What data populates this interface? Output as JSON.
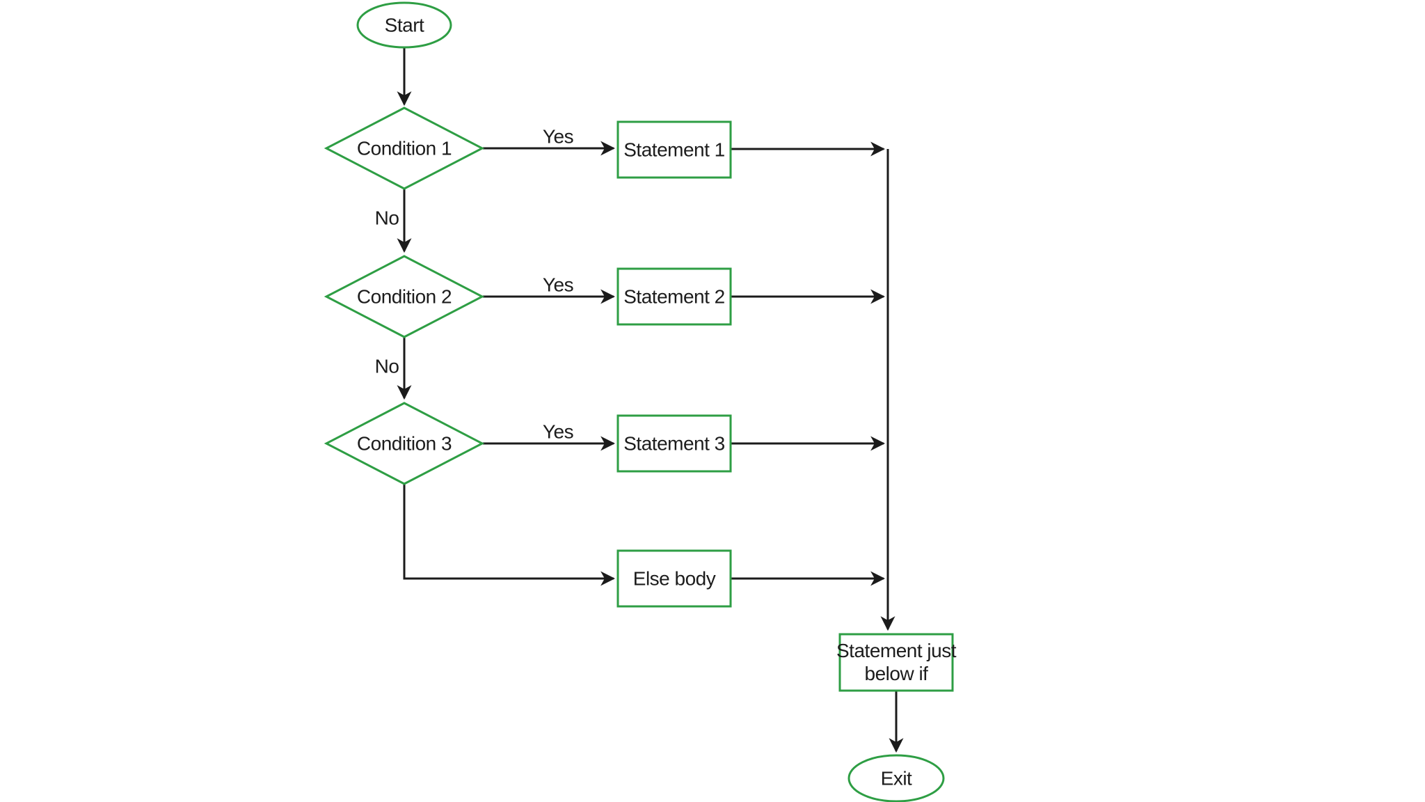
{
  "diagram": {
    "type": "flowchart",
    "colors": {
      "canvas-bg": "#ffffff",
      "shape-stroke": "#2e9e44",
      "edge-color": "#1b1b1b",
      "text-color": "#1c1c1c"
    },
    "nodes": {
      "start": {
        "label": "Start",
        "shape": "terminator"
      },
      "condition1": {
        "label": "Condition 1",
        "shape": "decision"
      },
      "statement1": {
        "label": "Statement 1",
        "shape": "process"
      },
      "condition2": {
        "label": "Condition 2",
        "shape": "decision"
      },
      "statement2": {
        "label": "Statement 2",
        "shape": "process"
      },
      "condition3": {
        "label": "Condition 3",
        "shape": "decision"
      },
      "statement3": {
        "label": "Statement 3",
        "shape": "process"
      },
      "else_body": {
        "label": "Else body",
        "shape": "process"
      },
      "statement_below_if": {
        "label": "Statement just\nbelow if",
        "shape": "process"
      },
      "exit": {
        "label": "Exit",
        "shape": "terminator"
      }
    },
    "edge_labels": {
      "yes1": "Yes",
      "no1": "No",
      "yes2": "Yes",
      "no2": "No",
      "yes3": "Yes"
    }
  }
}
